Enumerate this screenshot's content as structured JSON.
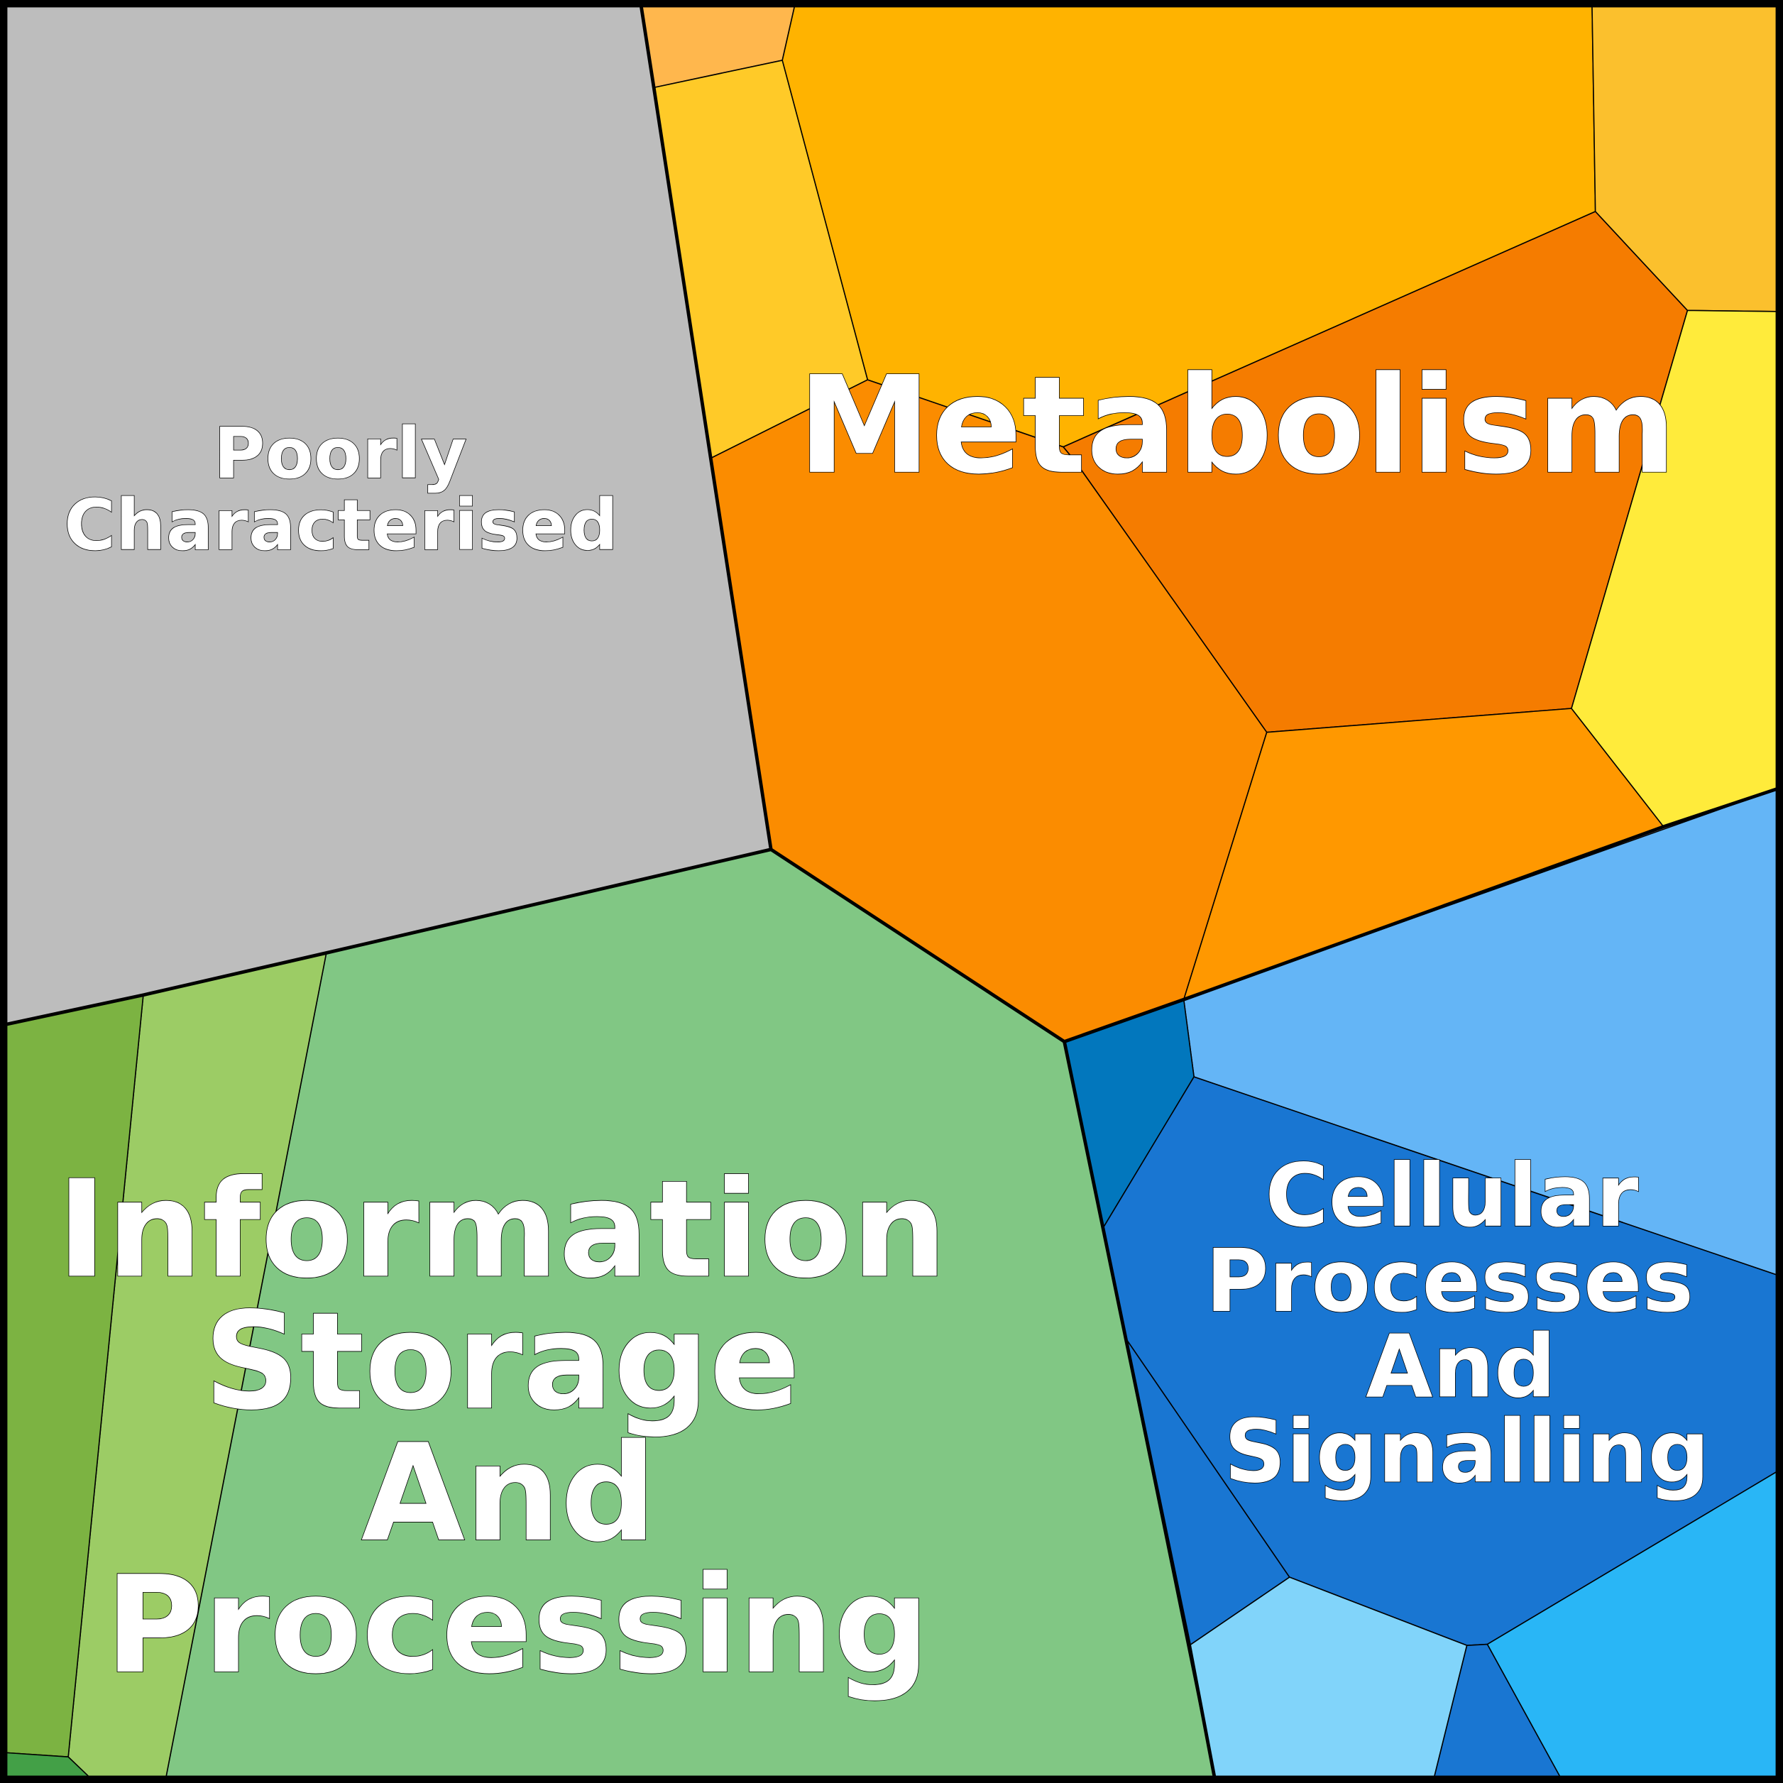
{
  "labels": {
    "poorly": [
      "Poorly",
      "Characterised"
    ],
    "metabolism": [
      "Metabolism"
    ],
    "information": [
      "Information",
      "Storage",
      "And",
      "Processing"
    ],
    "cellular": [
      "Cellular",
      "Processes",
      "And",
      "Signalling"
    ]
  },
  "colors": {
    "grey": "#BDBDBD",
    "orange_light": "#FFB74D",
    "yellow_a": "#FFCA28",
    "amber": "#FFB300",
    "orange_dark": "#F57C00",
    "orange": "#FB8C00",
    "orange_b": "#FF9800",
    "gold": "#FBC02D",
    "yellow": "#FFEB3B",
    "blue_light": "#64B5F6",
    "blue_teal": "#0277BD",
    "blue": "#1976D2",
    "cyan_light": "#81D4FA",
    "sky": "#29B6F6",
    "green": "#81C784",
    "green_light": "#9CCC65",
    "green_olive": "#7CB342",
    "green_dark": "#43A047"
  }
}
